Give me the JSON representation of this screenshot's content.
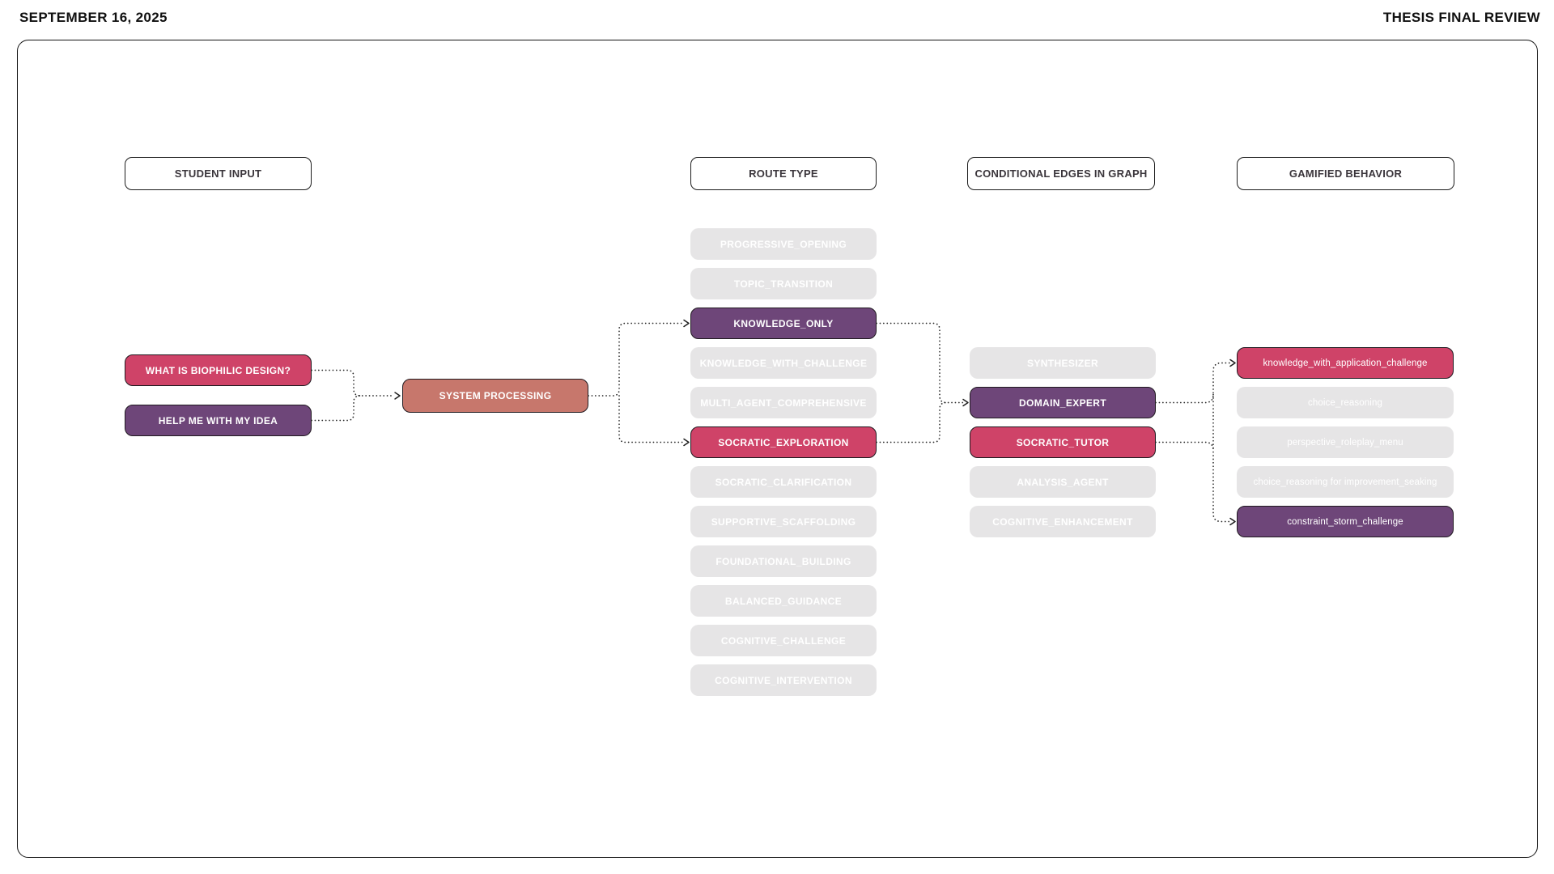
{
  "page": {
    "date": "SEPTEMBER 16, 2025",
    "title": "THESIS FINAL REVIEW"
  },
  "colors": {
    "active_pink": "#cf4368",
    "active_purple": "#6e4679",
    "processing_salmon": "#c7776c",
    "inactive_gray": "#e6e5e6",
    "border_dark": "#1c1c1c",
    "background": "#ffffff"
  },
  "columns": {
    "student_input": {
      "header": "STUDENT INPUT",
      "nodes": [
        {
          "label": "WHAT IS BIOPHILIC DESIGN?",
          "variant": "pink"
        },
        {
          "label": "HELP ME WITH MY IDEA",
          "variant": "purple"
        }
      ]
    },
    "processing": {
      "label": "SYSTEM PROCESSING",
      "variant": "salmon"
    },
    "route_type": {
      "header": "ROUTE TYPE",
      "nodes": [
        {
          "label": "PROGRESSIVE_OPENING",
          "variant": "inactive"
        },
        {
          "label": "TOPIC_TRANSITION",
          "variant": "inactive"
        },
        {
          "label": "KNOWLEDGE_ONLY",
          "variant": "purple"
        },
        {
          "label": "KNOWLEDGE_WITH_CHALLENGE",
          "variant": "inactive"
        },
        {
          "label": "MULTI_AGENT_COMPREHENSIVE",
          "variant": "inactive"
        },
        {
          "label": "SOCRATIC_EXPLORATION",
          "variant": "pink"
        },
        {
          "label": "SOCRATIC_CLARIFICATION",
          "variant": "inactive"
        },
        {
          "label": "SUPPORTIVE_SCAFFOLDING",
          "variant": "inactive"
        },
        {
          "label": "FOUNDATIONAL_BUILDING",
          "variant": "inactive"
        },
        {
          "label": "BALANCED_GUIDANCE",
          "variant": "inactive"
        },
        {
          "label": "COGNITIVE_CHALLENGE",
          "variant": "inactive"
        },
        {
          "label": "COGNITIVE_INTERVENTION",
          "variant": "inactive"
        }
      ]
    },
    "conditional_edges": {
      "header": "CONDITIONAL EDGES IN GRAPH",
      "nodes": [
        {
          "label": "SYNTHESIZER",
          "variant": "inactive"
        },
        {
          "label": "DOMAIN_EXPERT",
          "variant": "purple"
        },
        {
          "label": "SOCRATIC_TUTOR",
          "variant": "pink"
        },
        {
          "label": "ANALYSIS_AGENT",
          "variant": "inactive"
        },
        {
          "label": "COGNITIVE_ENHANCEMENT",
          "variant": "inactive"
        }
      ]
    },
    "gamified_behavior": {
      "header": "GAMIFIED BEHAVIOR",
      "nodes": [
        {
          "label": "knowledge_with_application_challenge",
          "variant": "pink"
        },
        {
          "label": "choice_reasoning",
          "variant": "inactive"
        },
        {
          "label": "perspective_roleplay_menu",
          "variant": "inactive"
        },
        {
          "label": "choice_reasoning for improvement_seaking",
          "variant": "inactive"
        },
        {
          "label": "constraint_storm_challenge",
          "variant": "purple"
        }
      ]
    }
  },
  "edges": [
    {
      "from": "WHAT IS BIOPHILIC DESIGN?",
      "to": "SYSTEM PROCESSING"
    },
    {
      "from": "HELP ME WITH MY IDEA",
      "to": "SYSTEM PROCESSING"
    },
    {
      "from": "SYSTEM PROCESSING",
      "to": "KNOWLEDGE_ONLY"
    },
    {
      "from": "SYSTEM PROCESSING",
      "to": "SOCRATIC_EXPLORATION"
    },
    {
      "from": "KNOWLEDGE_ONLY",
      "to": "DOMAIN_EXPERT"
    },
    {
      "from": "SOCRATIC_EXPLORATION",
      "to": "DOMAIN_EXPERT"
    },
    {
      "from": "DOMAIN_EXPERT",
      "to": "knowledge_with_application_challenge"
    },
    {
      "from": "SOCRATIC_TUTOR",
      "to": "constraint_storm_challenge"
    }
  ]
}
